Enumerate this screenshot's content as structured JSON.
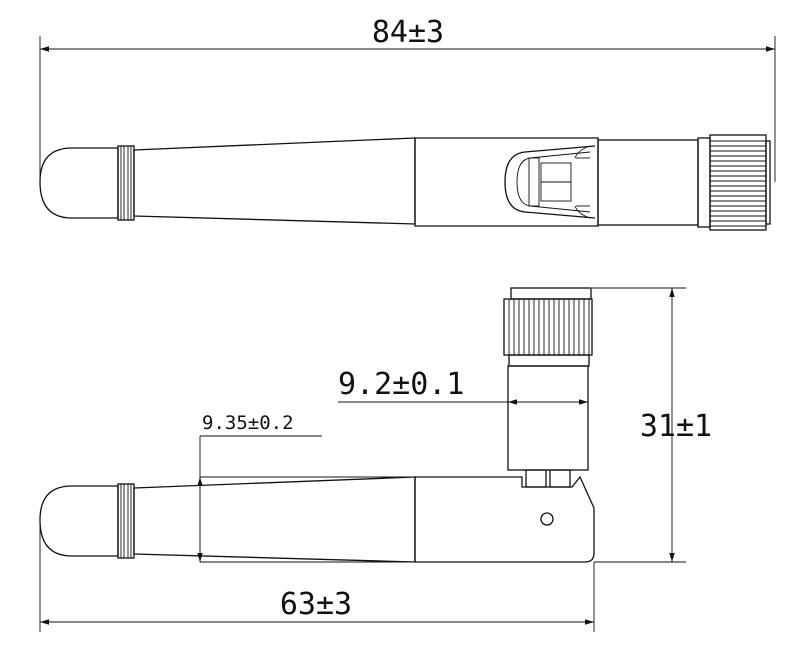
{
  "drawing": {
    "dimensions": {
      "overall_length": "84±3",
      "folded_length": "63±3",
      "folded_height": "31±1",
      "connector_width": "9.2±0.1",
      "antenna_thickness": "9.35±0.2"
    },
    "colors": {
      "line": "#111111",
      "background": "#ffffff"
    }
  }
}
